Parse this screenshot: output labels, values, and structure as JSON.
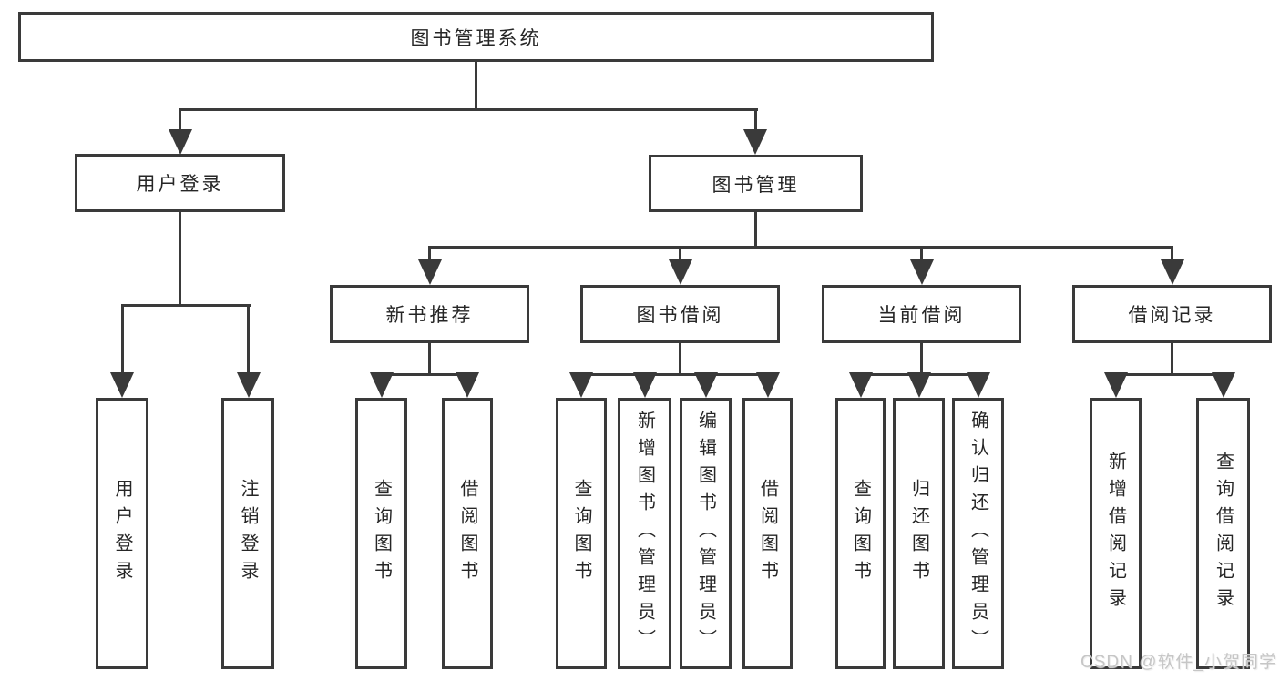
{
  "diagram": {
    "type": "hierarchy",
    "title": "图书管理系统"
  },
  "tree": {
    "label": "图书管理系统",
    "children": [
      {
        "label": "用户登录",
        "children": [
          {
            "label": "用户登录"
          },
          {
            "label": "注销登录"
          }
        ]
      },
      {
        "label": "图书管理",
        "children": [
          {
            "label": "新书推荐",
            "children": [
              {
                "label": "查询图书"
              },
              {
                "label": "借阅图书"
              }
            ]
          },
          {
            "label": "图书借阅",
            "children": [
              {
                "label": "查询图书"
              },
              {
                "label": "新增图书（管理员）"
              },
              {
                "label": "编辑图书（管理员）"
              },
              {
                "label": "借阅图书"
              }
            ]
          },
          {
            "label": "当前借阅",
            "children": [
              {
                "label": "查询图书"
              },
              {
                "label": "归还图书"
              },
              {
                "label": "确认归还（管理员）"
              }
            ]
          },
          {
            "label": "借阅记录",
            "children": [
              {
                "label": "新增借阅记录"
              },
              {
                "label": "查询借阅记录"
              }
            ]
          }
        ]
      }
    ]
  },
  "watermark": {
    "text": "CSDN @软件_小贺同学"
  },
  "colors": {
    "line": "#3a3a3a",
    "text": "#262626",
    "background": "#ffffff",
    "watermark": "#c6c6c6"
  }
}
